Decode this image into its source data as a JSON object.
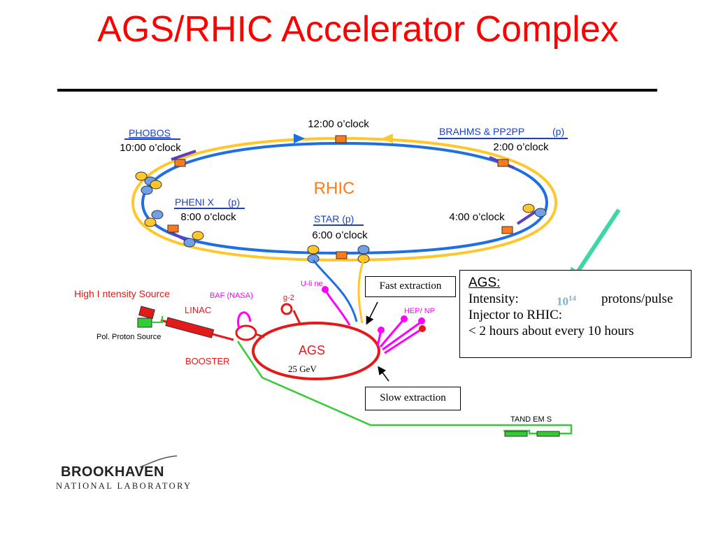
{
  "slide": {
    "title": "AGS/RHIC Accelerator Complex"
  },
  "rhic": {
    "label": "RHIC",
    "clock_12": "12:00 o’clock",
    "clock_2": "2:00 o’clock",
    "clock_4": "4:00 o’clock",
    "clock_6": "6:00 o’clock",
    "clock_8": "8:00 o’clock",
    "clock_10": "10:00 o’clock",
    "experiments": {
      "phobos": "PHOBOS",
      "brahms": "BRAHMS & PP2PP",
      "brahms_p": "(p)",
      "phenix": "PHENI  X",
      "phenix_p": "(p)",
      "star": "STAR (p)"
    }
  },
  "injector": {
    "high_intensity_source": "High I ntensity Source",
    "baf": "BAF (NASA)",
    "linac": "LINAC",
    "pol_source": "Pol. Proton  Source",
    "booster": "BOOSTER",
    "g2": "g-2",
    "uline": "U-li ne",
    "hep_np": "HEP/ NP",
    "ags": "AGS",
    "ags_energy": "25 GeV",
    "tandems": "TAND EM S"
  },
  "callouts": {
    "fast_extraction": "Fast extraction",
    "slow_extraction": "Slow extraction"
  },
  "ags_box": {
    "heading": "AGS:",
    "intensity_label": "Intensity:",
    "intensity_base": "10",
    "intensity_exp": "14",
    "intensity_unit": "protons/pulse",
    "injector_line": "Injector to RHIC:",
    "timing_line": "< 2 hours about every 10 hours"
  },
  "logo": {
    "name": "BROOKHAVEN",
    "subtitle": "NATIONAL LABORATORY"
  },
  "colors": {
    "title": "#ff0000",
    "blue_ring": "#1f6fe0",
    "yellow_ring": "#ffc72c",
    "rhic_label": "#ff7a1a",
    "ags_ring": "#e41a1a",
    "beamline_green": "#33cc33",
    "uline_magenta": "#ff00ff",
    "arrow_teal": "#3dd6a8",
    "experiment_link": "#1a3fd0"
  }
}
